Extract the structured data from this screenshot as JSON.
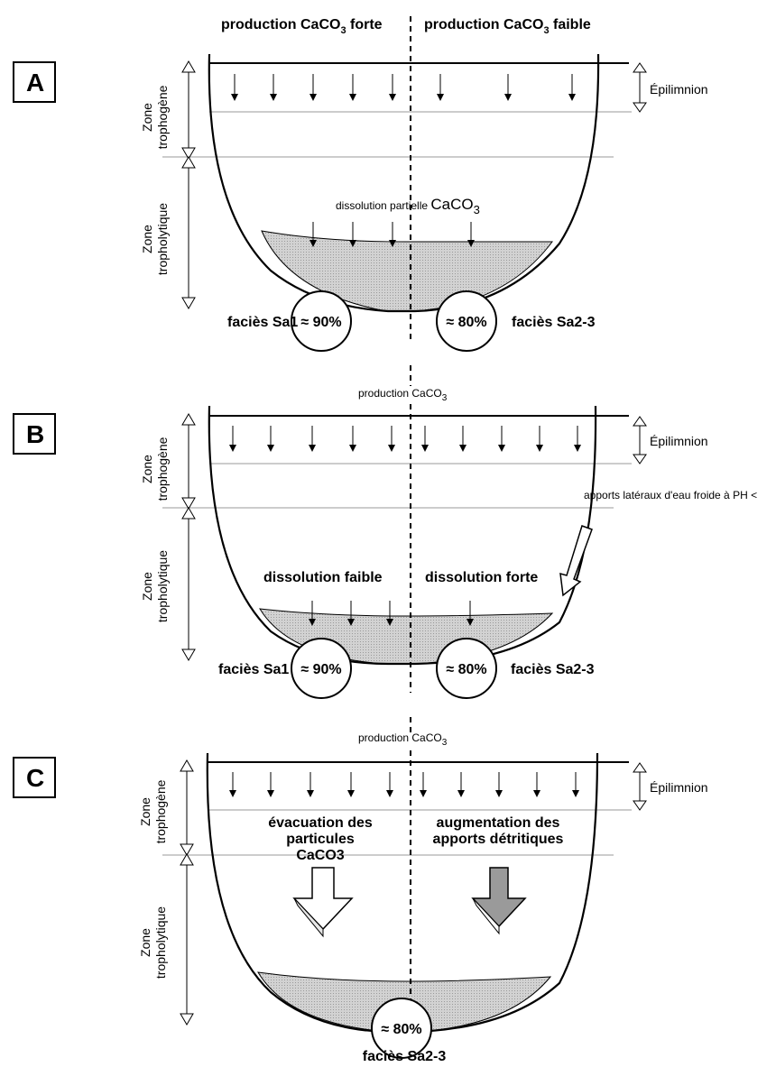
{
  "top": {
    "left_label": "production CaCO",
    "left_sub": "3",
    "left_suffix": " forte",
    "right_label": "production CaCO",
    "right_sub": "3",
    "right_suffix": " faible"
  },
  "common": {
    "epilimnion": "Épilimnion",
    "zone_trophogene_1": "Zone",
    "zone_trophogene_2": "trophogène",
    "zone_tropholytique_1": "Zone",
    "zone_tropholytique_2": "tropholytique"
  },
  "panels": [
    {
      "letter": "A",
      "dissolution_prefix": "dissolution partielle ",
      "dissolution_main": "CaCO",
      "dissolution_sub": "3",
      "facies_left": "faciès Sa1",
      "facies_right": "faciès Sa2-3",
      "pct_left": "≈ 90%",
      "pct_right": "≈ 80%"
    },
    {
      "letter": "B",
      "production_main": "production CaCO",
      "production_sub": "3",
      "apports": "apports latéraux d'eau froide à PH <",
      "dissolution_left": "dissolution faible",
      "dissolution_right": "dissolution forte",
      "facies_left": "faciès Sa1",
      "facies_right": "faciès Sa2-3",
      "pct_left": "≈ 90%",
      "pct_right": "≈ 80%"
    },
    {
      "letter": "C",
      "production_main": "production CaCO",
      "production_sub": "3",
      "left_text_1": "évacuation des",
      "left_text_2": "particules",
      "left_text_3": "CaCO3",
      "right_text_1": "augmentation des",
      "right_text_2": "apports détritiques",
      "pct_center": "≈ 80%",
      "facies_center": "faciès Sa2-3"
    }
  ]
}
